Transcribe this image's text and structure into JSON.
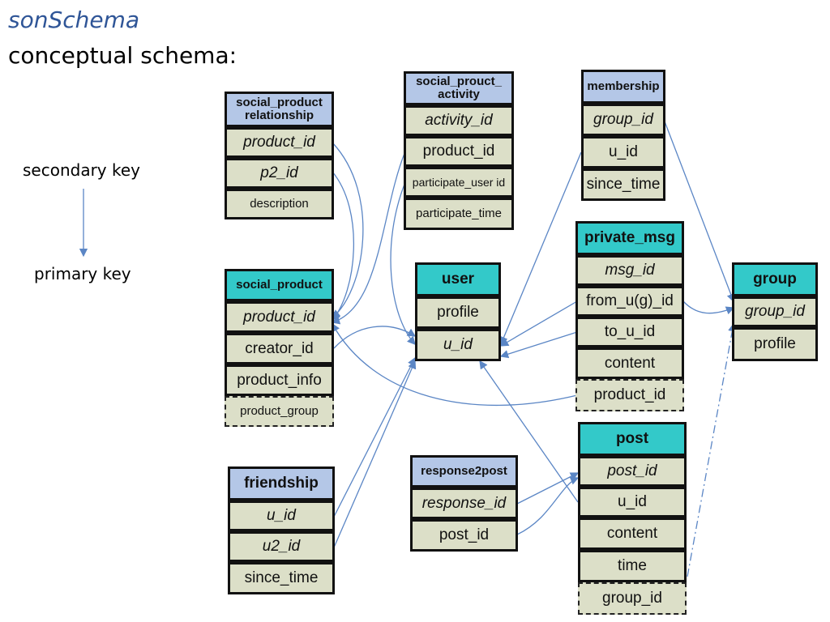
{
  "title": "sonSchema",
  "subtitle": "conceptual schema:",
  "legend": {
    "secondary": "secondary key",
    "primary": "primary key"
  },
  "colors": {
    "header_blue": "#b4c7e7",
    "header_teal": "#33c9c9",
    "row": "#dcdfc8",
    "line": "#5b86c5"
  },
  "tables": {
    "spr": {
      "header": "social_product relationship",
      "rows": [
        "product_id",
        "p2_id",
        "description"
      ]
    },
    "spa": {
      "header": "social_prouct_ activity",
      "rows": [
        "activity_id",
        "product_id",
        "participate_user id",
        "participate_time"
      ]
    },
    "membership": {
      "header": "membership",
      "rows": [
        "group_id",
        "u_id",
        "since_time"
      ]
    },
    "sp": {
      "header": "social_product",
      "rows": [
        "product_id",
        "creator_id",
        "product_info",
        "product_group"
      ]
    },
    "user": {
      "header": "user",
      "rows": [
        "profile",
        "u_id"
      ]
    },
    "pm": {
      "header": "private_msg",
      "rows": [
        "msg_id",
        "from_u(g)_id",
        "to_u_id",
        "content",
        "product_id"
      ]
    },
    "group": {
      "header": "group",
      "rows": [
        "group_id",
        "profile"
      ]
    },
    "friendship": {
      "header": "friendship",
      "rows": [
        "u_id",
        "u2_id",
        "since_time"
      ]
    },
    "r2p": {
      "header": "response2post",
      "rows": [
        "response_id",
        "post_id"
      ]
    },
    "post": {
      "header": "post",
      "rows": [
        "post_id",
        "u_id",
        "content",
        "time",
        "group_id"
      ]
    }
  }
}
